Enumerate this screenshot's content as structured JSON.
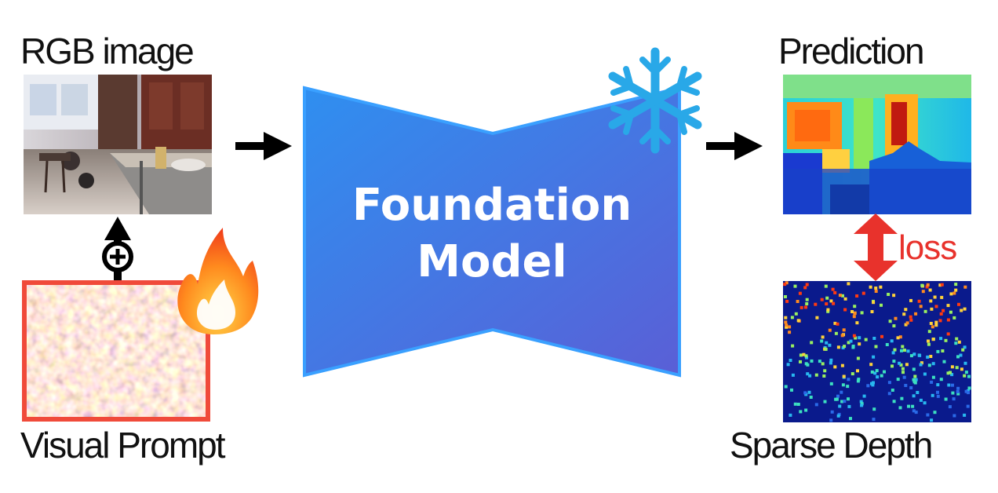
{
  "inputs": {
    "rgb_label": "RGB image",
    "prompt_label": "Visual Prompt"
  },
  "model": {
    "line1": "Foundation",
    "line2": "Model",
    "state_icon": "snowflake-icon"
  },
  "outputs": {
    "prediction_label": "Prediction",
    "sparse_label": "Sparse Depth",
    "loss_label": "loss"
  },
  "colors": {
    "model_fill_left": "#2f8ff0",
    "model_fill_right": "#5a5fd6",
    "loss_color": "#e8322c",
    "prompt_border": "#f04a3a",
    "snowflake": "#29a8e8"
  },
  "icons": [
    "plus-circle-icon",
    "flame-icon",
    "snowflake-icon",
    "arrow-right-icon",
    "double-arrow-icon"
  ]
}
